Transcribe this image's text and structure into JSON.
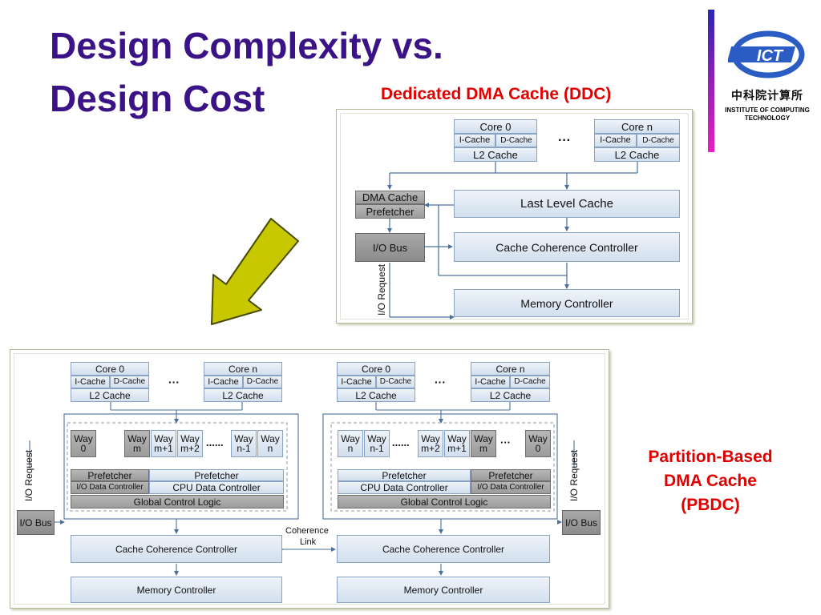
{
  "slide": {
    "title_line1": "Design Complexity vs.",
    "title_line2": "Design Cost",
    "ddc_label": "Dedicated DMA Cache (DDC)",
    "pbdc_label_line1": "Partition-Based",
    "pbdc_label_line2": "DMA Cache",
    "pbdc_label_line3": "(PBDC)",
    "colors": {
      "title": "#3a1486",
      "labels": "#e00000",
      "arrow": "#c8c800"
    }
  },
  "logo": {
    "mark": "ICT",
    "chinese": "中科院计算所",
    "line1": "INSTITUTE OF COMPUTING",
    "line2": "TECHNOLOGY"
  },
  "ddc": {
    "core0": "Core 0",
    "coren": "Core n",
    "icache": "I-Cache",
    "dcache": "D-Cache",
    "l2": "L2 Cache",
    "ellipsis": "···",
    "dma_cache": "DMA Cache",
    "prefetcher": "Prefetcher",
    "llc": "Last Level Cache",
    "io_bus": "I/O Bus",
    "ccc": "Cache Coherence Controller",
    "io_request": "I/O Request",
    "memctl": "Memory Controller"
  },
  "pbdc": {
    "core0": "Core 0",
    "coren": "Core n",
    "icache": "I-Cache",
    "dcache": "D-Cache",
    "l2": "L2 Cache",
    "ellipsis": "···",
    "way": "Way",
    "ways_left": [
      "0",
      "m",
      "m+1",
      "m+2",
      "n-1",
      "n"
    ],
    "ways_right": [
      "n",
      "n-1",
      "m+2",
      "m+1",
      "m",
      "0"
    ],
    "dots6": "......",
    "dots3": "···",
    "prefetcher": "Prefetcher",
    "io_data_ctl": "I/O Data Controller",
    "cpu_data_ctl": "CPU Data Controller",
    "global_ctl": "Global Control Logic",
    "io_request": "I/O Request",
    "io_bus": "I/O Bus",
    "ccc": "Cache Coherence Controller",
    "coherence1": "Coherence",
    "coherence2": "Link",
    "memctl": "Memory Controller"
  }
}
